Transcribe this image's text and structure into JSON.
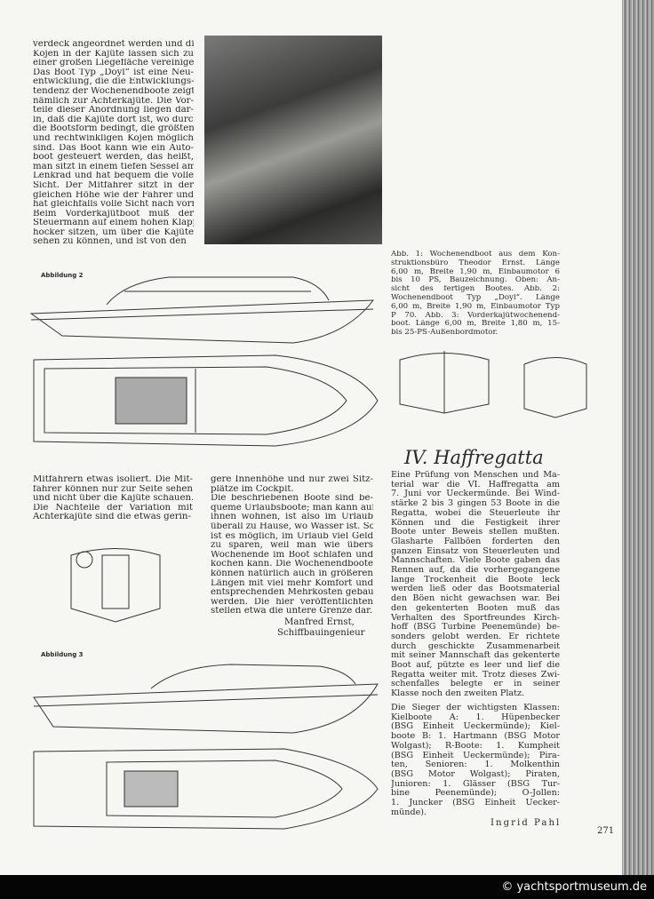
{
  "col_left_top": [
    "verdeck angeordnet werden und die",
    "Kojen in der Kajüte lassen sich zu",
    "einer großen Liegefläche vereinigen.",
    "Das Boot Typ „Doyl“ ist eine Neu-",
    "entwicklung, die die Entwicklungs-",
    "tendenz der Wochenendboote zeigt,",
    "nämlich zur Achterkajüte. Die Vor-",
    "teile dieser Anordnung liegen dar-",
    "in, daß die Kajüte dort ist, wo durch",
    "die Bootsform bedingt, die größten",
    "und rechtwinkligen Kojen möglich",
    "sind. Das Boot kann wie ein Auto-",
    "boot gesteuert werden, das heißt,",
    "man sitzt in einem tiefen Sessel am",
    "Lenkrad und hat bequem die volle",
    "Sicht. Der Mitfahrer sitzt in der",
    "gleichen Höhe wie der Fahrer und",
    "hat gleichfalls volle Sicht nach vorn.",
    "Beim Vorderkajütboot muß der",
    "Steuermann auf einem hohen Klapp-",
    "hocker sitzen, um über die Kajüte",
    "sehen zu können, und ist von den"
  ],
  "caption": [
    "Abb. 1: Wochenendboot aus dem Kon-",
    "struktionsbüro Theodor Ernst. Länge",
    "6,00 m, Breite 1,90 m, Einbaumotor 6",
    "bis 10 PS, Bauzeichnung. Oben: An-",
    "sicht des fertigen Bootes. Abb. 2:",
    "Wochenendboot Typ „Doyl“. Länge",
    "6,00 m, Breite 1,90 m, Einbaumotor Typ",
    "P 70. Abb. 3: Vorderkajütwochenend-",
    "boot. Länge 6,00 m, Breite 1,80 m, 15-",
    "bis 25-PS-Außenbordmotor."
  ],
  "fig2_label": "Abbildung 2",
  "fig3_label": "Abbildung 3",
  "col_left_mid": [
    "Mitfahrern etwas isoliert. Die Mit-",
    "fahrer können nur zur Seite sehen",
    "und nicht über die Kajüte schauen.",
    "Die Nachteile der Variation mit",
    "Achterkajüte sind die etwas gerin-"
  ],
  "col_mid": [
    "gere Innenhöhe und nur zwei Sitz-",
    "plätze im Cockpit.",
    "Die beschriebenen Boote sind be-",
    "queme Urlaubsboote; man kann auf",
    "ihnen wohnen, ist also im Urlaub",
    "überall zu Hause, wo Wasser ist. So",
    "ist es möglich, im Urlaub viel Geld",
    "zu sparen, weil man wie übers",
    "Wochenende im Boot schlafen und",
    "kochen kann. Die Wochenendboote",
    "können natürlich auch in größeren",
    "Längen mit viel mehr Komfort und",
    "entsprechenden Mehrkosten gebaut",
    "werden. Die hier veröffentlichten",
    "stellen etwa die untere Grenze dar."
  ],
  "author1": {
    "name": "Manfred Ernst,",
    "title": "Schiffbauingenieur"
  },
  "article_title": "IV. Haffregatta",
  "col_right": [
    "Eine Prüfung von Menschen und Ma-",
    "terial war die VI. Haffregatta am",
    "7. Juni vor Ueckermünde. Bei Wind-",
    "stärke 2 bis 3 gingen 53 Boote in die",
    "Regatta, wobei die Steuerleute ihr",
    "Können und die Festigkeit ihrer",
    "Boote unter Beweis stellen mußten.",
    "Glasharte Fallböen forderten den",
    "ganzen Einsatz von Steuerleuten und",
    "Mannschaften. Viele Boote gaben das",
    "Rennen auf, da die vorhergegangene",
    "lange Trockenheit die Boote leck",
    "werden ließ oder das Bootsmaterial",
    "den Böen nicht gewachsen war. Bei",
    "den gekenterten Booten muß das",
    "Verhalten des Sportfreundes Kirch-",
    "hoff (BSG Turbine Peenemünde) be-",
    "sonders gelobt werden. Er richtete",
    "durch geschickte Zusammenarbeit",
    "mit seiner Mannschaft das gekenterte",
    "Boot auf, pützte es leer und lief die",
    "Regatta weiter mit. Trotz dieses Zwi-",
    "schenfalles belegte er in seiner",
    "Klasse noch den zweiten Platz."
  ],
  "col_right_2": [
    "Die Sieger der wichtigsten Klassen:",
    "Kielboote A: 1. Hüpenbecker",
    "(BSG Einheit Ueckermünde); Kiel-",
    "boote B: 1. Hartmann (BSG Motor",
    "Wolgast); R-Boote: 1. Kumpheit",
    "(BSG Einheit Ueckermünde); Pira-",
    "ten, Senioren: 1. Molkenthin",
    "(BSG Motor Wolgast); Piraten,",
    "Junioren: 1. Glässer (BSG Tur-",
    "bine Peenemünde); O-Jollen:",
    "1. Juncker (BSG Einheit Uecker-",
    "münde)."
  ],
  "author2": "Ingrid Pahl",
  "page_number": "271",
  "watermark": "© yachtsportmuseum.de"
}
